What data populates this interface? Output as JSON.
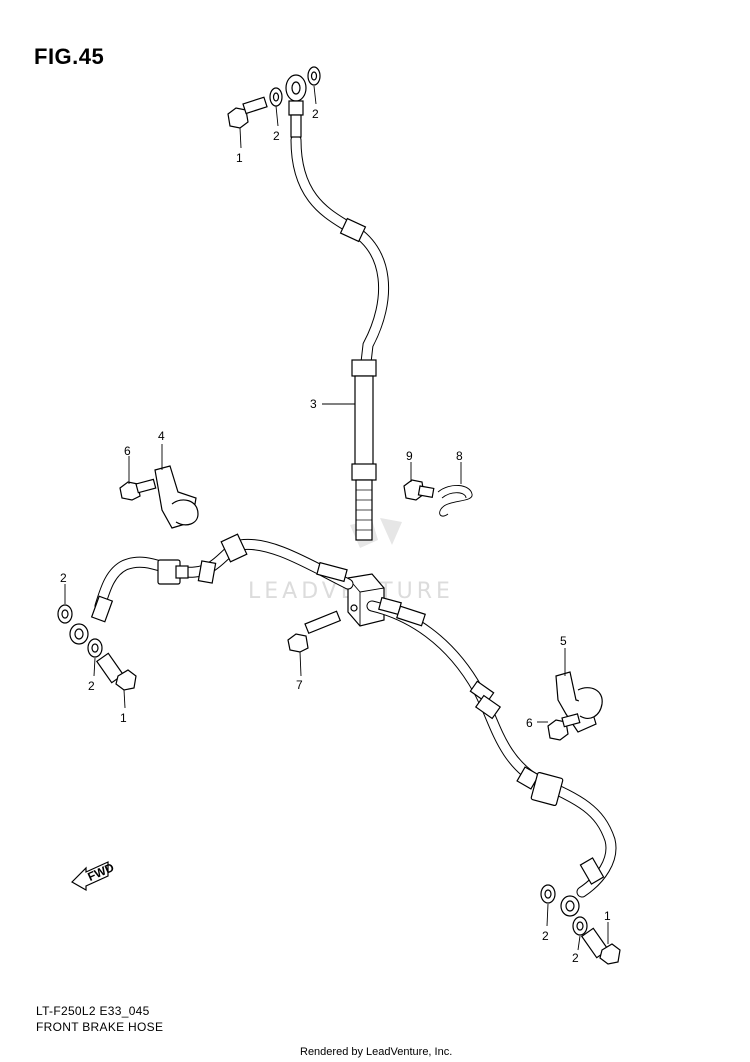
{
  "figure": {
    "title": "FIG.45",
    "drawing_code": "LT-F250L2 E33_045",
    "drawing_name": "FRONT BRAKE HOSE"
  },
  "callouts": {
    "n1": "1",
    "n2": "2",
    "n3": "3",
    "n4": "4",
    "n5": "5",
    "n6": "6",
    "n7": "7",
    "n8": "8",
    "n9": "9"
  },
  "direction_label": "FWD",
  "watermark": "LEADVENTURE",
  "render_credit": "Rendered by LeadVenture, Inc.",
  "colors": {
    "line": "#000000",
    "background": "#ffffff",
    "watermark": "#dcdcdc"
  }
}
